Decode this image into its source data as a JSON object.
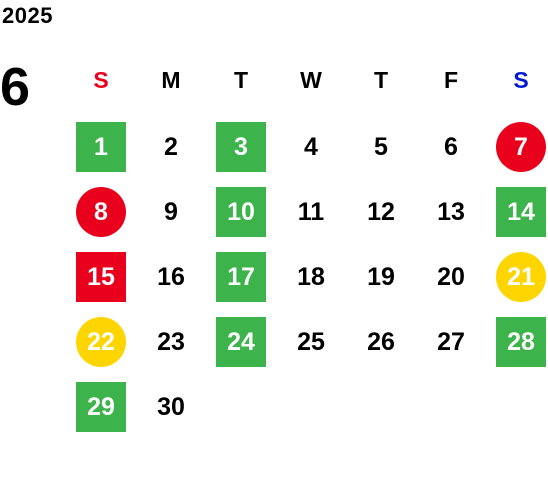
{
  "calendar": {
    "year": "2025",
    "month": "6",
    "weekdays": [
      {
        "label": "S",
        "color": "#e8001c"
      },
      {
        "label": "M",
        "color": "#000000"
      },
      {
        "label": "T",
        "color": "#000000"
      },
      {
        "label": "W",
        "color": "#000000"
      },
      {
        "label": "T",
        "color": "#000000"
      },
      {
        "label": "F",
        "color": "#000000"
      },
      {
        "label": "S",
        "color": "#0019d8"
      }
    ],
    "start_weekday": 0,
    "days": [
      {
        "d": "1",
        "mark": "green-square"
      },
      {
        "d": "2",
        "mark": ""
      },
      {
        "d": "3",
        "mark": "green-square"
      },
      {
        "d": "4",
        "mark": ""
      },
      {
        "d": "5",
        "mark": ""
      },
      {
        "d": "6",
        "mark": ""
      },
      {
        "d": "7",
        "mark": "red-circle"
      },
      {
        "d": "8",
        "mark": "red-circle"
      },
      {
        "d": "9",
        "mark": ""
      },
      {
        "d": "10",
        "mark": "green-square"
      },
      {
        "d": "11",
        "mark": ""
      },
      {
        "d": "12",
        "mark": ""
      },
      {
        "d": "13",
        "mark": ""
      },
      {
        "d": "14",
        "mark": "green-square"
      },
      {
        "d": "15",
        "mark": "red-square"
      },
      {
        "d": "16",
        "mark": ""
      },
      {
        "d": "17",
        "mark": "green-square"
      },
      {
        "d": "18",
        "mark": ""
      },
      {
        "d": "19",
        "mark": ""
      },
      {
        "d": "20",
        "mark": ""
      },
      {
        "d": "21",
        "mark": "yellow-circle"
      },
      {
        "d": "22",
        "mark": "yellow-circle"
      },
      {
        "d": "23",
        "mark": ""
      },
      {
        "d": "24",
        "mark": "green-square"
      },
      {
        "d": "25",
        "mark": ""
      },
      {
        "d": "26",
        "mark": ""
      },
      {
        "d": "27",
        "mark": ""
      },
      {
        "d": "28",
        "mark": "green-square"
      },
      {
        "d": "29",
        "mark": "green-square"
      },
      {
        "d": "30",
        "mark": ""
      }
    ],
    "colors": {
      "green": "#3cb44b",
      "red": "#e8001c",
      "yellow": "#ffd500"
    }
  }
}
